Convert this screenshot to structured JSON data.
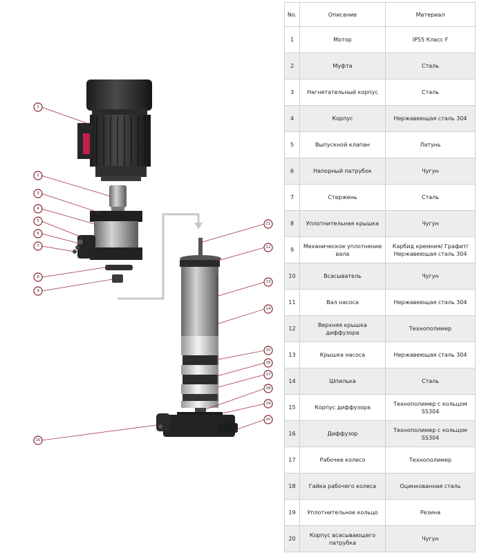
{
  "table": {
    "headers": [
      "No.",
      "Описание",
      "Материал"
    ],
    "rows": [
      {
        "no": "1",
        "desc": "Мотор",
        "mat": "IP55 Класс F"
      },
      {
        "no": "2",
        "desc": "Муфта",
        "mat": "Сталь"
      },
      {
        "no": "3",
        "desc": "Нагнетательный корпус",
        "mat": "Сталь"
      },
      {
        "no": "4",
        "desc": "Корпус",
        "mat": "Нержавеющая сталь 304"
      },
      {
        "no": "5",
        "desc": "Выпускной клапан",
        "mat": "Латунь"
      },
      {
        "no": "6",
        "desc": "Напорный патрубок",
        "mat": "Чугун"
      },
      {
        "no": "7",
        "desc": "Стержень",
        "mat": "Сталь"
      },
      {
        "no": "8",
        "desc": "Уплотнительная крышка",
        "mat": "Чугун"
      },
      {
        "no": "9",
        "desc": "Механическое уплотнение вала",
        "mat": "Карбид кремния/ Графит/ Нержавеющая сталь 304"
      },
      {
        "no": "10",
        "desc": "Всасыватель",
        "mat": "Чугун"
      },
      {
        "no": "11",
        "desc": "Вал насоса",
        "mat": "Нержавеющая сталь 304"
      },
      {
        "no": "12",
        "desc": "Верхняя крышка диффузора",
        "mat": "Технополимер"
      },
      {
        "no": "13",
        "desc": "Крышка насоса",
        "mat": "Нержавеющая сталь 304"
      },
      {
        "no": "14",
        "desc": "Шпилька",
        "mat": "Сталь"
      },
      {
        "no": "15",
        "desc": "Корпус диффузора",
        "mat": "Технополимер с кольцом SS304"
      },
      {
        "no": "16",
        "desc": "Диффузор",
        "mat": "Технополимер с кольцом SS304"
      },
      {
        "no": "17",
        "desc": "Рабочее колесо",
        "mat": "Технополимер"
      },
      {
        "no": "18",
        "desc": "Гайка рабочего колеса",
        "mat": "Оцинкованная сталь"
      },
      {
        "no": "19",
        "desc": "Уплотнительное кольцо",
        "mat": "Резина"
      },
      {
        "no": "20",
        "desc": "Корпус всасывающего патрубка",
        "mat": "Чугун"
      }
    ]
  },
  "callouts": [
    "1",
    "2",
    "3",
    "4",
    "5",
    "6",
    "7",
    "8",
    "9",
    "10",
    "11",
    "12",
    "13",
    "14",
    "15",
    "16",
    "17",
    "18",
    "19",
    "20"
  ],
  "colors": {
    "accent": "#8a1d2a",
    "motor": "#2b2b2b",
    "steel": "#9a9a9a",
    "arrow": "#c8c8c8"
  }
}
